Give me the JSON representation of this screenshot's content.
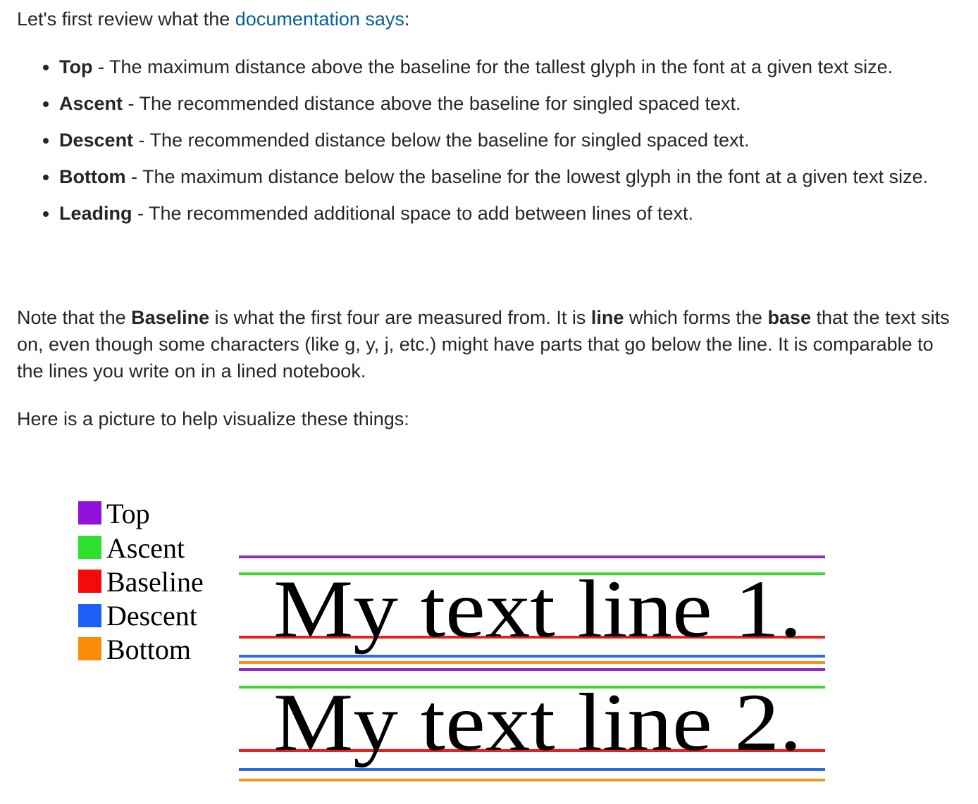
{
  "intro": {
    "prefix": "Let's first review what the ",
    "link_text": "documentation says",
    "suffix": ":"
  },
  "definitions": [
    {
      "term": "Top",
      "text": " - The maximum distance above the baseline for the tallest glyph in the font at a given text size."
    },
    {
      "term": "Ascent",
      "text": " - The recommended distance above the baseline for singled spaced text."
    },
    {
      "term": "Descent",
      "text": " - The recommended distance below the baseline for singled spaced text."
    },
    {
      "term": "Bottom",
      "text": " - The maximum distance below the baseline for the lowest glyph in the font at a given text size."
    },
    {
      "term": "Leading",
      "text": " - The recommended additional space to add between lines of text."
    }
  ],
  "note": {
    "part1": "Note that the ",
    "bold1": "Baseline",
    "part2": " is what the first four are measured from. It is ",
    "bold2": "line",
    "part3": " which forms the ",
    "bold3": "base",
    "part4": " that the text sits on, even though some characters (like g, y, j, etc.) might have parts that go below the line. It is comparable to the lines you write on in a lined notebook."
  },
  "picture_intro": "Here is a picture to help visualize these things:",
  "figure": {
    "legend": [
      {
        "label": "Top",
        "color": "#9013dc"
      },
      {
        "label": "Ascent",
        "color": "#2ee02e"
      },
      {
        "label": "Baseline",
        "color": "#f50a0a"
      },
      {
        "label": "Descent",
        "color": "#1f5ff5"
      },
      {
        "label": "Bottom",
        "color": "#fa8c0a"
      }
    ],
    "sample_lines": [
      "My text line 1.",
      "My text line 2."
    ],
    "colors": {
      "top": "#8a2ad0",
      "ascent": "#39dc2c",
      "baseline": "#e8201e",
      "descent": "#2f6ae6",
      "bottom": "#f39522"
    }
  }
}
